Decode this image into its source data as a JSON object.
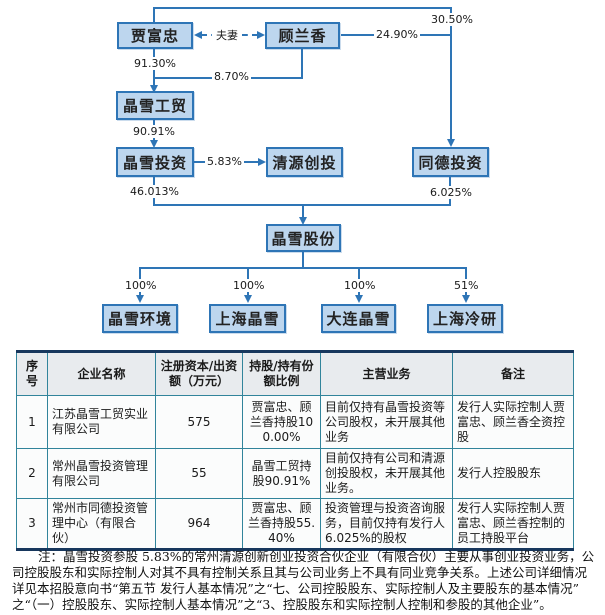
{
  "diagram": {
    "nodes": {
      "jia_fuzhong": "贾富忠",
      "gu_lanxiang": "顾兰香",
      "jingxue_gongmao": "晶雪工贸",
      "jingxue_touzi": "晶雪投资",
      "qingyuan_chuangtou": "清源创投",
      "tongde_touzi": "同德投资",
      "jingxue_gufen": "晶雪股份",
      "jingxue_huanjing": "晶雪环境",
      "shanghai_jingxue": "上海晶雪",
      "dalian_jingxue": "大连晶雪",
      "shanghai_lengyan": "上海冷研"
    },
    "edges": {
      "spouse_label": "夫妻",
      "jfz_to_tongde": "30.50%",
      "glx_to_tongde": "24.90%",
      "jfz_to_gongmao": "91.30%",
      "glx_to_gongmao": "8.70%",
      "gongmao_to_touzi": "90.91%",
      "touzi_to_qingyuan": "5.83%",
      "touzi_to_gufen": "46.013%",
      "tongde_to_gufen": "6.025%",
      "gufen_to_huanjing": "100%",
      "gufen_to_shanghaijx": "100%",
      "gufen_to_dalian": "100%",
      "gufen_to_lengyan": "51%"
    },
    "colors": {
      "node_fill": "#BDD6EE",
      "node_border": "#2E75B6",
      "line": "#2E75B6"
    }
  },
  "table": {
    "headers": [
      "序号",
      "企业名称",
      "注册资本/出资额（万元）",
      "持股/持有份额比例",
      "主营业务",
      "备注"
    ],
    "rows": [
      [
        "1",
        "江苏晶雪工贸实业有限公司",
        "575",
        "贾富忠、顾兰香持股100.00%",
        "目前仅持有晶雪投资等公司股权，未开展其他业务",
        "发行人实际控制人贾富忠、顾兰香全资控股"
      ],
      [
        "2",
        "常州晶雪投资管理有限公司",
        "55",
        "晶雪工贸持股90.91%",
        "目前仅持有公司和清源创投股权，未开展其他业务。",
        "发行人控股股东"
      ],
      [
        "3",
        "常州市同德投资管理中心（有限合伙）",
        "964",
        "贾富忠、顾兰香持股55.40%",
        "投资管理与投资咨询服务，目前仅持有发行人6.025%的股权",
        "发行人实际控制人贾富忠、顾兰香控制的员工持股平台"
      ]
    ],
    "colors": {
      "thick_border": "#17375D",
      "cell_border": "#31849B",
      "header_bg": "#E8EBEE"
    }
  },
  "note": {
    "lines": [
      "注：晶雪投资参股 5.83%的常州清源创新创业投资合伙企业（有限合伙）主要从事创业投资业务，公",
      "司控股股东和实际控制人对其不具有控制关系且其与公司业务上不具有同业竞争关系。上述公司详细情况",
      "详见本招股意向书“第五节 发行人基本情况”之“七、公司控股股东、实际控制人及主要股东的基本情况”",
      "之“（一）控股股东、实际控制人基本情况”之“3、控股股东和实际控制人控制和参股的其他企业”。"
    ]
  }
}
